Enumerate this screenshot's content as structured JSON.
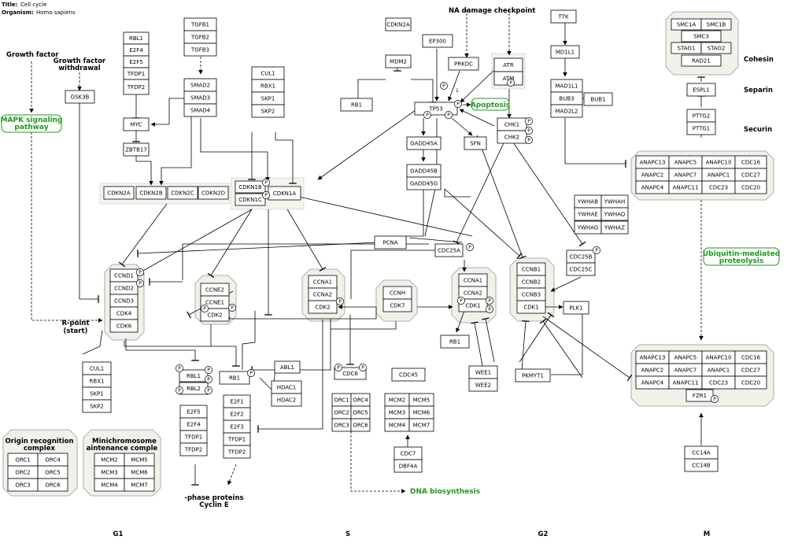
{
  "header": {
    "title_label": "Title:",
    "title_value": "Cell cycle",
    "organism_label": "Organism:",
    "organism_value": "Homo sapiens"
  },
  "labels": {
    "growth_factor": "Growth factor",
    "growth_factor_withdrawal": "Growth factor withdrawal",
    "na_damage": "NA damage checkpoint",
    "r_point": "R-point (start)",
    "phase_proteins": "-phase proteins Cyclin E",
    "origin_recognition": "Origin recognition complex",
    "minichromosome": "Minichromosome aintenance comple",
    "cohesin": "Cohesin",
    "separin": "Separin",
    "securin": "Securin"
  },
  "pathways": {
    "mapk": "MAPK signaling pathway",
    "apoptosis": "Apoptosis",
    "ubiquitin": "Ubiquitin-mediated proteolysis",
    "dna_biosynthesis": "DNA biosynthesis"
  },
  "phases": {
    "g1": "G1",
    "s": "S",
    "g2": "G2",
    "m": "M"
  },
  "genes": {
    "rbl1": "RBL1",
    "e2f4": "E2F4",
    "e2f5": "E2F5",
    "tfdp1": "TFDP1",
    "tfdp2": "TFDP2",
    "tgfb1": "TGFB1",
    "tgfb2": "TGFB2",
    "tgfb3": "TGFB3",
    "smad2": "SMAD2",
    "smad3": "SMAD3",
    "smad4": "SMAD4",
    "myc": "MYC",
    "zbtb17": "ZBTB17",
    "gsk3b": "GSK3B",
    "cul1": "CUL1",
    "rbx1": "RBX1",
    "skp1": "SKP1",
    "skp2": "SKP2",
    "cdkn2a": "CDKN2A",
    "cdkn2b": "CDKN2B",
    "cdkn2c": "CDKN2C",
    "cdkn2d": "CDKN2D",
    "cdkn1b": "CDKN1B",
    "cdkn1c": "CDKN1C",
    "cdkn1a": "CDKN1A",
    "mdm2": "MDM2",
    "ep300": "EP300",
    "prkdc": "PRKDC",
    "atr": "ATR",
    "atm": "ATM",
    "rb1": "RB1",
    "tp53": "TP53",
    "gadd45a": "GADD45A",
    "gadd45b": "GADD45B",
    "gadd45g": "GADD45G",
    "sfn": "SFN",
    "chk1": "CHK1",
    "chk2": "CHK2",
    "ttk": "TTK",
    "md1l1": "MD1L1",
    "mad1l1": "MAD1L1",
    "bub3": "BUB3",
    "mad2l2": "MAD2L2",
    "bub1": "BUB1",
    "smc1a": "SMC1A",
    "smc1b": "SMC1B",
    "smc3": "SMC3",
    "stag1": "STAG1",
    "stag2": "STAG2",
    "rad21": "RAD21",
    "espl1": "ESPL1",
    "pttg2": "PTTG2",
    "pttg1": "PTTG1",
    "anapc13": "ANAPC13",
    "anapc5": "ANAPC5",
    "anapc10": "ANAPC10",
    "cdc16": "CDC16",
    "anapc2": "ANAPC2",
    "anapc7": "ANAPC7",
    "anapc1": "ANAPC1",
    "cdc27": "CDC27",
    "anapc4": "ANAPC4",
    "anapc11": "ANAPC11",
    "cdc23": "CDC23",
    "cdc20": "CDC20",
    "fzr1": "FZR1",
    "ywhab": "YWHAB",
    "ywhah": "YWHAH",
    "ywhae": "YWHAE",
    "ywhaq": "YWHAQ",
    "ywhag": "YWHAG",
    "ywhaz": "YWHAZ",
    "pcna": "PCNA",
    "cdc25a": "CDC25A",
    "cdc25b": "CDC25B",
    "cdc25c": "CDC25C",
    "ccnd1": "CCND1",
    "ccnd2": "CCND2",
    "ccnd3": "CCND3",
    "cdk4": "CDK4",
    "cdk6": "CDK6",
    "ccne2": "CCNE2",
    "ccne1": "CCNE1",
    "cdk2": "CDK2",
    "ccna1": "CCNA1",
    "ccna2": "CCNA2",
    "ccnh": "CCNH",
    "cdk7": "CDK7",
    "cdk1": "CDK1",
    "ccnb1": "CCNB1",
    "ccnb2": "CCNB2",
    "ccnb3": "CCNB3",
    "plk1": "PLK1",
    "wee1": "WEE1",
    "wee2": "WEE2",
    "pkmyt1": "PKMYT1",
    "abl1": "ABL1",
    "hdac1": "HDAC1",
    "hdac2": "HDAC2",
    "rbl2": "RBL2",
    "e2f1": "E2F1",
    "e2f2": "E2F2",
    "e2f3": "E2F3",
    "cdc6": "CDC6",
    "cdc45": "CDC45",
    "orc1": "ORC1",
    "orc2": "ORC2",
    "orc3": "ORC3",
    "orc4": "ORC4",
    "orc5": "ORC5",
    "orc6": "ORC6",
    "mcm2": "MCM2",
    "mcm3": "MCM3",
    "mcm4": "MCM4",
    "mcm5": "MCM5",
    "mcm6": "MCM6",
    "mcm7": "MCM7",
    "cdc7": "CDC7",
    "dbf4a": "DBF4A",
    "cc14a": "CC14A",
    "cc14b": "CC14B"
  },
  "p_label": "P",
  "one_label": "1"
}
